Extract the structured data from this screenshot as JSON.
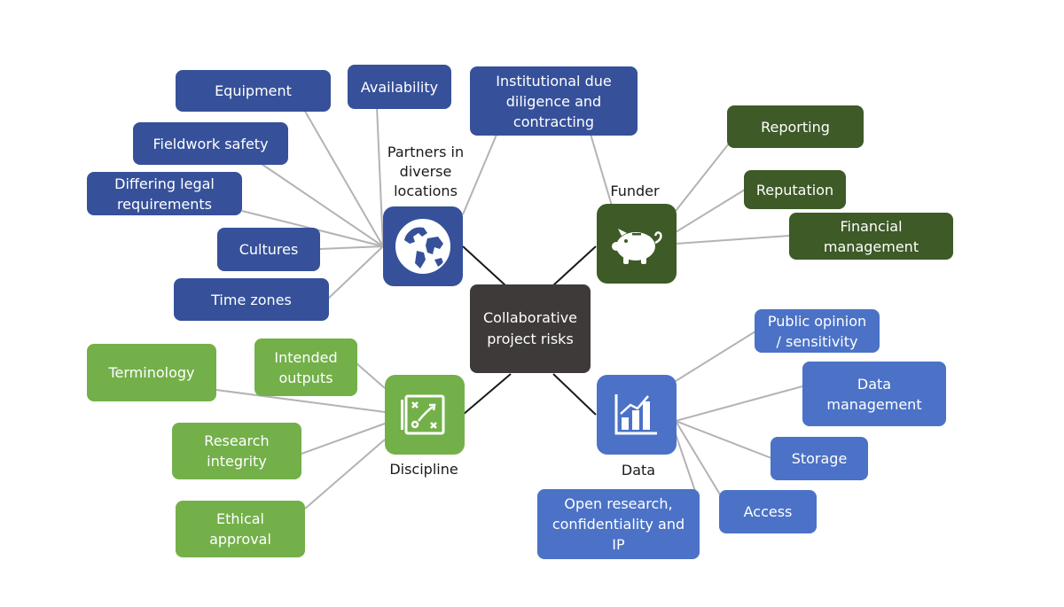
{
  "center": "Collaborative\nproject risks",
  "hubs": {
    "partners": {
      "label": "Partners in\ndiverse\nlocations",
      "icon": "globe-icon",
      "color": "#36519a"
    },
    "funder": {
      "label": "Funder",
      "icon": "piggy-bank-icon",
      "color": "#3d5a27"
    },
    "discipline": {
      "label": "Discipline",
      "icon": "strategy-board-icon",
      "color": "#73b04a"
    },
    "data": {
      "label": "Data",
      "icon": "bar-chart-icon",
      "color": "#4b72c6"
    }
  },
  "partners_items": [
    "Equipment",
    "Availability",
    "Institutional due\ndiligence and\ncontracting",
    "Fieldwork safety",
    "Differing legal\nrequirements",
    "Cultures",
    "Time zones"
  ],
  "funder_items": [
    "Reporting",
    "Reputation",
    "Financial\nmanagement"
  ],
  "discipline_items": [
    "Terminology",
    "Intended\noutputs",
    "Research\nintegrity",
    "Ethical\napproval"
  ],
  "data_items": [
    "Public opinion\n/ sensitivity",
    "Data\nmanagement",
    "Storage",
    "Access",
    "Open research,\nconfidentiality and\nIP"
  ]
}
